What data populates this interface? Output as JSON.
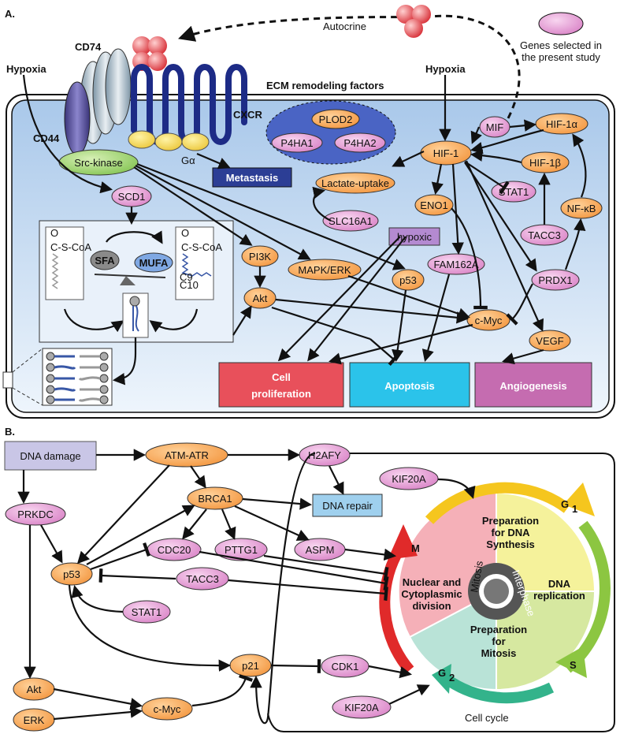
{
  "panel_a": {
    "label": "A.",
    "autocrine": "Autocrine",
    "legend_text_1": "Genes selected in",
    "legend_text_2": "the present study",
    "hypoxia_left": "Hypoxia",
    "hypoxia_right": "Hypoxia",
    "cd74": "CD74",
    "cd44": "CD44",
    "cxcr": "CXCR",
    "g_alpha": "Gα",
    "src_kinase": "Src-kinase",
    "ecm_title": "ECM remodeling factors",
    "plod2": "PLOD2",
    "p4ha1": "P4HA1",
    "p4ha2": "P4HA2",
    "metastasis": "Metastasis",
    "mif": "MIF",
    "hif1a": "HIF-1α",
    "hif1": "HIF-1",
    "hif1b": "HIF-1β",
    "stat1": "STAT1",
    "nfkb": "NF-κB",
    "tacc3": "TACC3",
    "prdx1": "PRDX1",
    "vegf": "VEGF",
    "lactate": "Lactate-uptake",
    "slc16a1": "SLC16A1",
    "eno1": "ENO1",
    "hypoxic": "hypoxic",
    "fam162a": "FAM162A",
    "scd1": "SCD1",
    "coa_left": "C-S-CoA",
    "coa_right": "C-S-CoA",
    "o_left": "O",
    "o_right": "O",
    "sfa": "SFA",
    "mufa": "MUFA",
    "c9": "C9",
    "c10": "C10",
    "pi3k": "PI3K",
    "mapk": "MAPK/ERK",
    "p53": "p53",
    "akt": "Akt",
    "cmyc": "c-Myc",
    "cell_prolif_1": "Cell",
    "cell_prolif_2": "proliferation",
    "apoptosis": "Apoptosis",
    "angiogenesis": "Angiogenesis"
  },
  "panel_b": {
    "label": "B.",
    "dna_damage": "DNA damage",
    "atm_atr": "ATM-ATR",
    "h2afy": "H2AFY",
    "kif20a_top": "KIF20A",
    "brca1": "BRCA1",
    "dna_repair": "DNA repair",
    "prkdc": "PRKDC",
    "cdc20": "CDC20",
    "pttg1": "PTTG1",
    "aspm": "ASPM",
    "p53": "p53",
    "tacc3": "TACC3",
    "stat1": "STAT1",
    "p21": "p21",
    "cdk1": "CDK1",
    "kif20a_bottom": "KIF20A",
    "akt": "Akt",
    "erk": "ERK",
    "cmyc": "c-Myc",
    "cell_cycle": "Cell cycle",
    "phase_m": "M",
    "phase_g1": "G",
    "phase_g1_sub": "1",
    "phase_s": "S",
    "phase_g2": "G",
    "phase_g2_sub": "2",
    "g1_text_1": "Preparation",
    "g1_text_2": "for DNA",
    "g1_text_3": "Synthesis",
    "s_text_1": "DNA",
    "s_text_2": "replication",
    "g2_text_1": "Preparation",
    "g2_text_2": "for",
    "g2_text_3": "Mitosis",
    "m_text_1": "Nuclear and",
    "m_text_2": "Cytoplasmic",
    "m_text_3": "division",
    "mitosis": "Mitosis",
    "interphase": "Interphase"
  },
  "colors": {
    "gene_pink": "#e58fd0",
    "node_orange": "#f7a14a",
    "cell_blue": "#cfe3f7",
    "metastasis_box": "#2c3e95",
    "prolif_box": "#e8505b",
    "apoptosis_box": "#2bc3ea",
    "angio_box": "#c56cb0",
    "hypoxic_box": "#b48ad1",
    "dna_damage_box": "#c9c6e6",
    "dna_repair_box": "#9fd0ee"
  }
}
